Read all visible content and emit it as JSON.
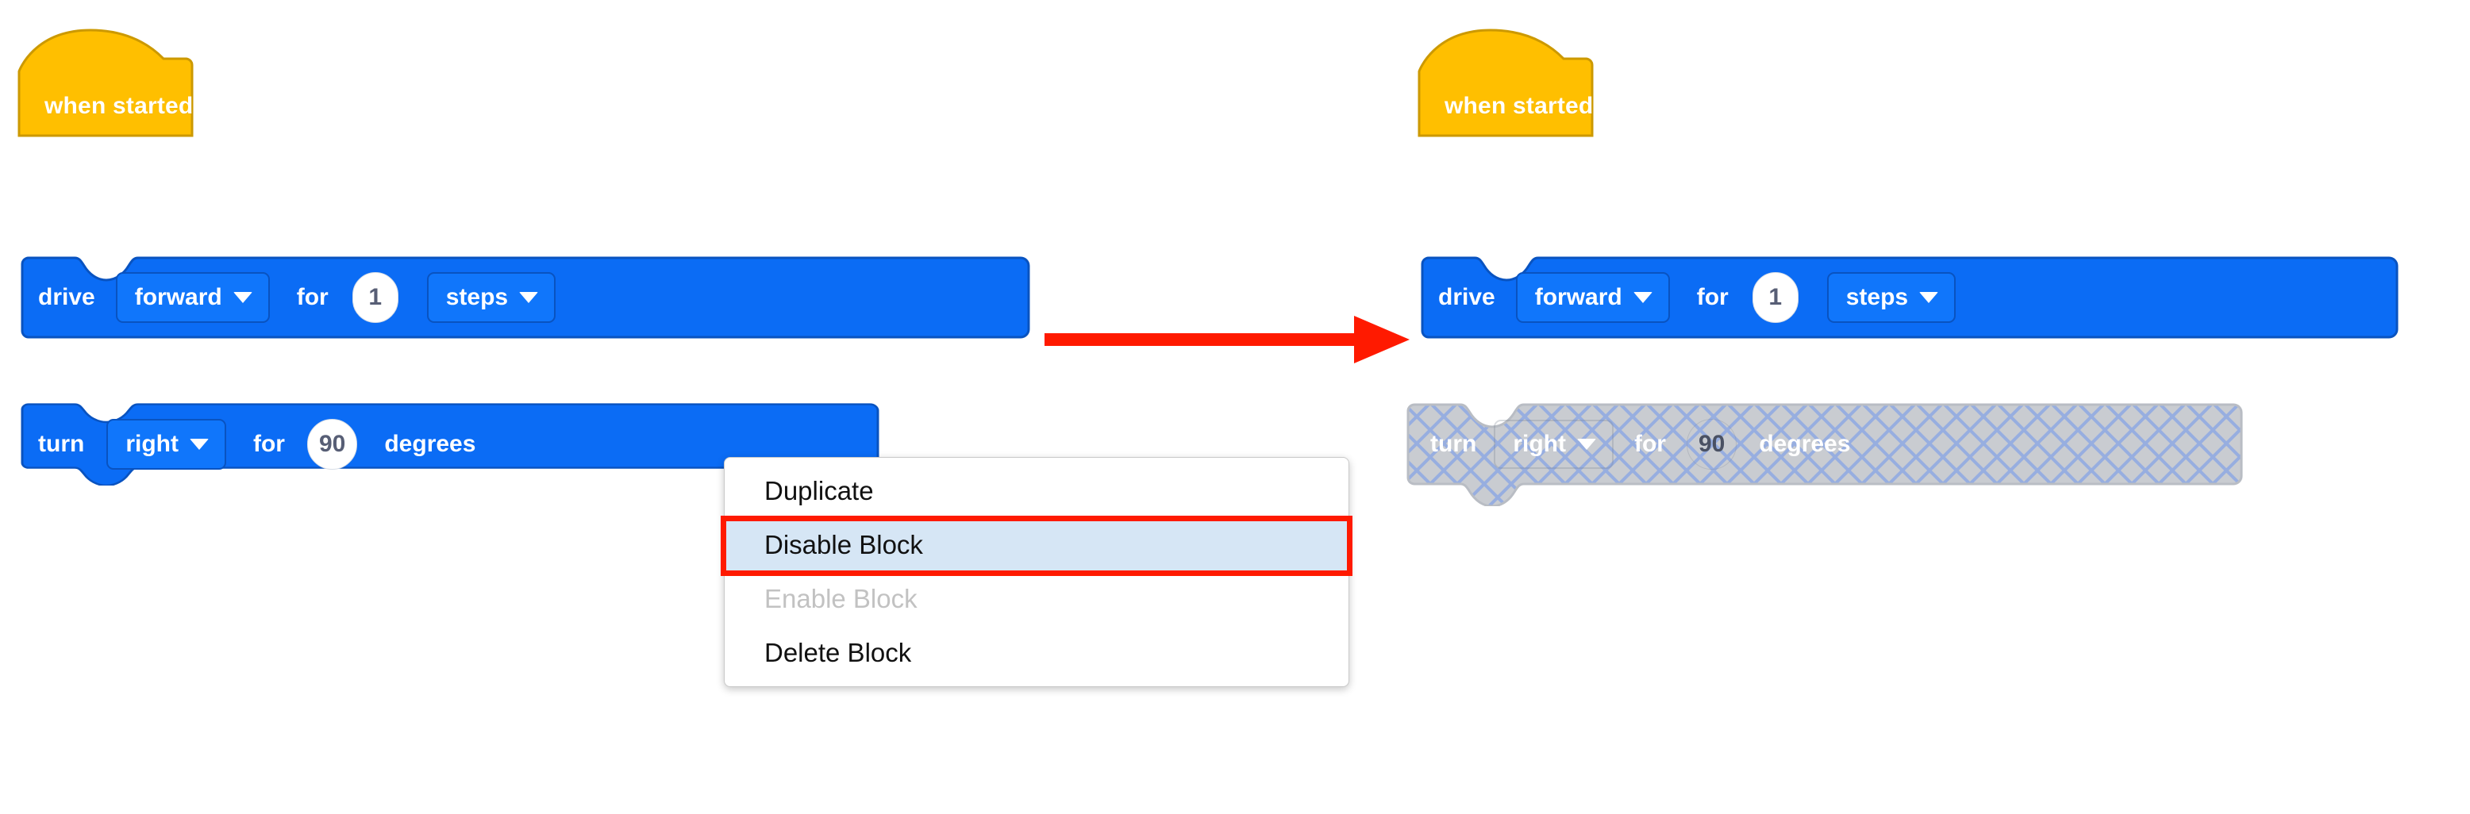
{
  "diagram": {
    "title": "Disable Block context-menu action on a VEXcode block stack",
    "accent_red": "#FF1A00",
    "block_blue": "#0B6CF5",
    "block_blue_inner": "#1076FB",
    "block_blue_stroke": "#0953C0",
    "hat_yellow": "#FFBF00",
    "hat_yellow_stroke": "#CC9900",
    "disabled_gray": "#C9CCD1",
    "disabled_hatch": "#97AEE0",
    "number_text": "#575E75"
  },
  "before": {
    "label": "before-disable-stack",
    "hat": {
      "text": "when started"
    },
    "drive": {
      "keyword": "drive",
      "direction": {
        "value": "forward",
        "caret": "chevron-down-icon"
      },
      "for_label": "for",
      "amount": "1",
      "units": {
        "value": "steps",
        "caret": "chevron-down-icon"
      }
    },
    "turn": {
      "keyword": "turn",
      "direction": {
        "value": "right",
        "caret": "chevron-down-icon"
      },
      "for_label": "for",
      "amount": "90",
      "units": "degrees"
    }
  },
  "after": {
    "label": "after-disable-stack",
    "hat": {
      "text": "when started"
    },
    "drive": {
      "keyword": "drive",
      "direction": {
        "value": "forward",
        "caret": "chevron-down-icon"
      },
      "for_label": "for",
      "amount": "1",
      "units": {
        "value": "steps",
        "caret": "chevron-down-icon"
      }
    },
    "turn_disabled": {
      "keyword": "turn",
      "direction": {
        "value": "right",
        "caret": "chevron-down-icon"
      },
      "for_label": "for",
      "amount": "90",
      "units": "degrees",
      "state": "disabled"
    }
  },
  "context_menu": {
    "name": "block-context-menu",
    "items": [
      {
        "label": "Duplicate",
        "state": "enabled",
        "highlighted": false
      },
      {
        "label": "Disable Block",
        "state": "enabled",
        "highlighted": true
      },
      {
        "label": "Enable Block",
        "state": "disabled",
        "highlighted": false
      },
      {
        "label": "Delete Block",
        "state": "enabled",
        "highlighted": false
      }
    ]
  },
  "annotation": {
    "arrow": {
      "name": "red-transition-arrow",
      "direction": "right",
      "color": "#FF1A00"
    },
    "highlight_box": {
      "name": "disable-block-highlight",
      "color": "#FF1A00"
    }
  }
}
